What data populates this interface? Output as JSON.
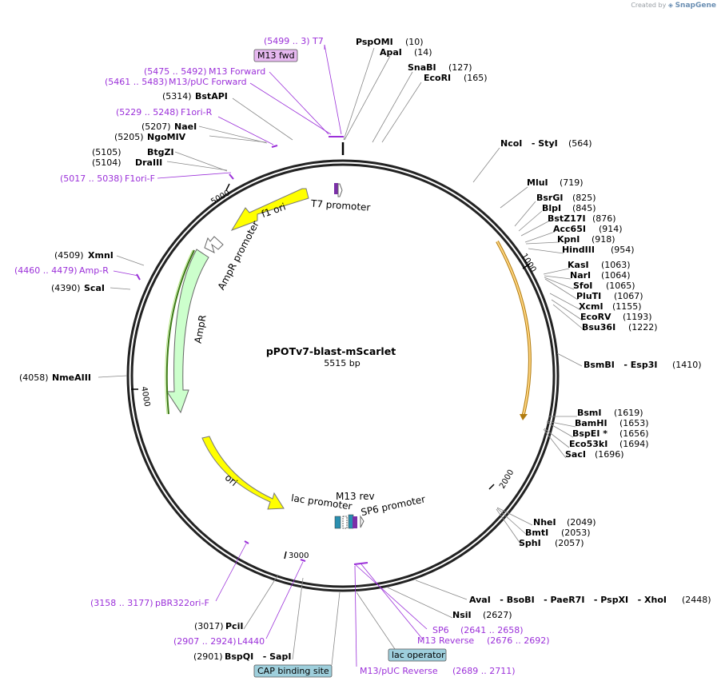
{
  "credit": {
    "prefix": "Created by",
    "brand": "SnapGene"
  },
  "plasmid": {
    "name": "pPOTv7-blast-mScarlet",
    "length": "5515 bp",
    "total_bp": 5515
  },
  "ticks": [
    "1000",
    "2000",
    "3000",
    "4000",
    "5000"
  ],
  "features": [
    {
      "name": "f1 ori",
      "color": "#ffff00"
    },
    {
      "name": "AmpR promoter",
      "color": "#ffffff"
    },
    {
      "name": "AmpR",
      "color": "#ccffcc"
    },
    {
      "name": "ori",
      "color": "#ffff00"
    },
    {
      "name": "T7 promoter",
      "color": "#ffffff"
    },
    {
      "name": "lac promoter",
      "color": "#ffffff"
    },
    {
      "name": "M13 rev",
      "color": "#9b30d9"
    },
    {
      "name": "SP6 promoter",
      "color": "#ffffff"
    }
  ],
  "boxes": [
    {
      "text": "M13 fwd",
      "fill": "#e6b8f0"
    },
    {
      "text": "lac operator",
      "fill": "#9ecfdc"
    },
    {
      "text": "CAP binding site",
      "fill": "#9ecfdc"
    }
  ],
  "labels": [
    {
      "name": "PspOMI",
      "pos": "(10)"
    },
    {
      "name": "ApaI",
      "pos": "(14)"
    },
    {
      "name": "SnaBI",
      "pos": "(127)"
    },
    {
      "name": "EcoRI",
      "pos": "(165)"
    },
    {
      "name": "NcoI   - StyI",
      "pos": "(564)"
    },
    {
      "name": "MluI",
      "pos": "(719)"
    },
    {
      "name": "BsrGI",
      "pos": "(825)"
    },
    {
      "name": "BlpI",
      "pos": "(845)"
    },
    {
      "name": "BstZ17I",
      "pos": "(876)"
    },
    {
      "name": "Acc65I",
      "pos": "(914)"
    },
    {
      "name": "KpnI",
      "pos": "(918)"
    },
    {
      "name": "HindIII",
      "pos": "(954)"
    },
    {
      "name": "KasI",
      "pos": "(1063)"
    },
    {
      "name": "NarI",
      "pos": "(1064)"
    },
    {
      "name": "SfoI",
      "pos": "(1065)"
    },
    {
      "name": "PluTI",
      "pos": "(1067)"
    },
    {
      "name": "XcmI",
      "pos": "(1155)"
    },
    {
      "name": "EcoRV",
      "pos": "(1193)"
    },
    {
      "name": "Bsu36I",
      "pos": "(1222)"
    },
    {
      "name": "BsmBI   - Esp3I",
      "pos": "(1410)"
    },
    {
      "name": "BsmI",
      "pos": "(1619)"
    },
    {
      "name": "BamHI",
      "pos": "(1653)"
    },
    {
      "name": "BspEI *",
      "pos": "(1656)"
    },
    {
      "name": "Eco53kI",
      "pos": "(1694)"
    },
    {
      "name": "SacI",
      "pos": "(1696)"
    },
    {
      "name": "NheI",
      "pos": "(2049)"
    },
    {
      "name": "BmtI",
      "pos": "(2053)"
    },
    {
      "name": "SphI",
      "pos": "(2057)"
    },
    {
      "name": "AvaI   - BsoBI   - PaeR7I   - PspXI   - XhoI",
      "pos": "(2448)"
    },
    {
      "name": "NsiI",
      "pos": "(2627)"
    },
    {
      "name": "PciI",
      "pos": "(3017)"
    },
    {
      "name": "BspQI   - SapI",
      "pos": "(2901)"
    },
    {
      "name": "NmeAIII",
      "pos": "(4058)"
    },
    {
      "name": "ScaI",
      "pos": "(4390)"
    },
    {
      "name": "XmnI",
      "pos": "(4509)"
    },
    {
      "name": "DraIII",
      "pos": "(5104)"
    },
    {
      "name": "BtgZI",
      "pos": "(5105)"
    },
    {
      "name": "NgoMIV",
      "pos": "(5205)"
    },
    {
      "name": "NaeI",
      "pos": "(5207)"
    },
    {
      "name": "BstAPI",
      "pos": "(5314)"
    }
  ],
  "primers": [
    {
      "range": "(5499 .. 3)",
      "name": "T7"
    },
    {
      "range": "(5475 .. 5492)",
      "name": "M13 Forward"
    },
    {
      "range": "(5461 .. 5483)",
      "name": "M13/pUC Forward"
    },
    {
      "range": "(5229 .. 5248)",
      "name": "F1ori-R"
    },
    {
      "range": "(5017 .. 5038)",
      "name": "F1ori-F"
    },
    {
      "range": "(4460 .. 4479)",
      "name": "Amp-R"
    },
    {
      "range": "(3158 .. 3177)",
      "name": "pBR322ori-F"
    },
    {
      "range": "(2907 .. 2924)",
      "name": "L4440"
    },
    {
      "range": "(2641 .. 2658)",
      "name": "SP6"
    },
    {
      "range": "(2676 .. 2692)",
      "name": "M13 Reverse"
    },
    {
      "range": "(2689 .. 2711)",
      "name": "M13/pUC Reverse"
    }
  ]
}
